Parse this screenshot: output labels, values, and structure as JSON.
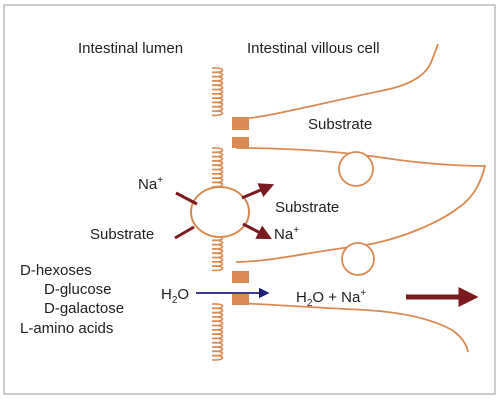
{
  "header": {
    "lumen": "Intestinal lumen",
    "cell": "Intestinal villous cell"
  },
  "transport": {
    "substrate_top": "Substrate",
    "na_in_base": "Na",
    "na_in_sup": "+",
    "substrate_in": "Substrate",
    "substrate_out": "Substrate",
    "na_out_base": "Na",
    "na_out_sup": "+"
  },
  "water": {
    "h_left": "H",
    "sub_left": "2",
    "o_left": "O",
    "h_right": "H",
    "sub_right": "2",
    "o_right": "O + Na",
    "sup_right": "+"
  },
  "substrates_list": {
    "title": "D-hexoses",
    "item1": "D-glucose",
    "item2": "D-galactose",
    "item3": "L-amino acids"
  },
  "colors": {
    "membrane": "#d98a52",
    "arrow_red": "#7a1a1e",
    "arrow_blue": "#1f1f7a",
    "border": "#9a9a9a"
  }
}
